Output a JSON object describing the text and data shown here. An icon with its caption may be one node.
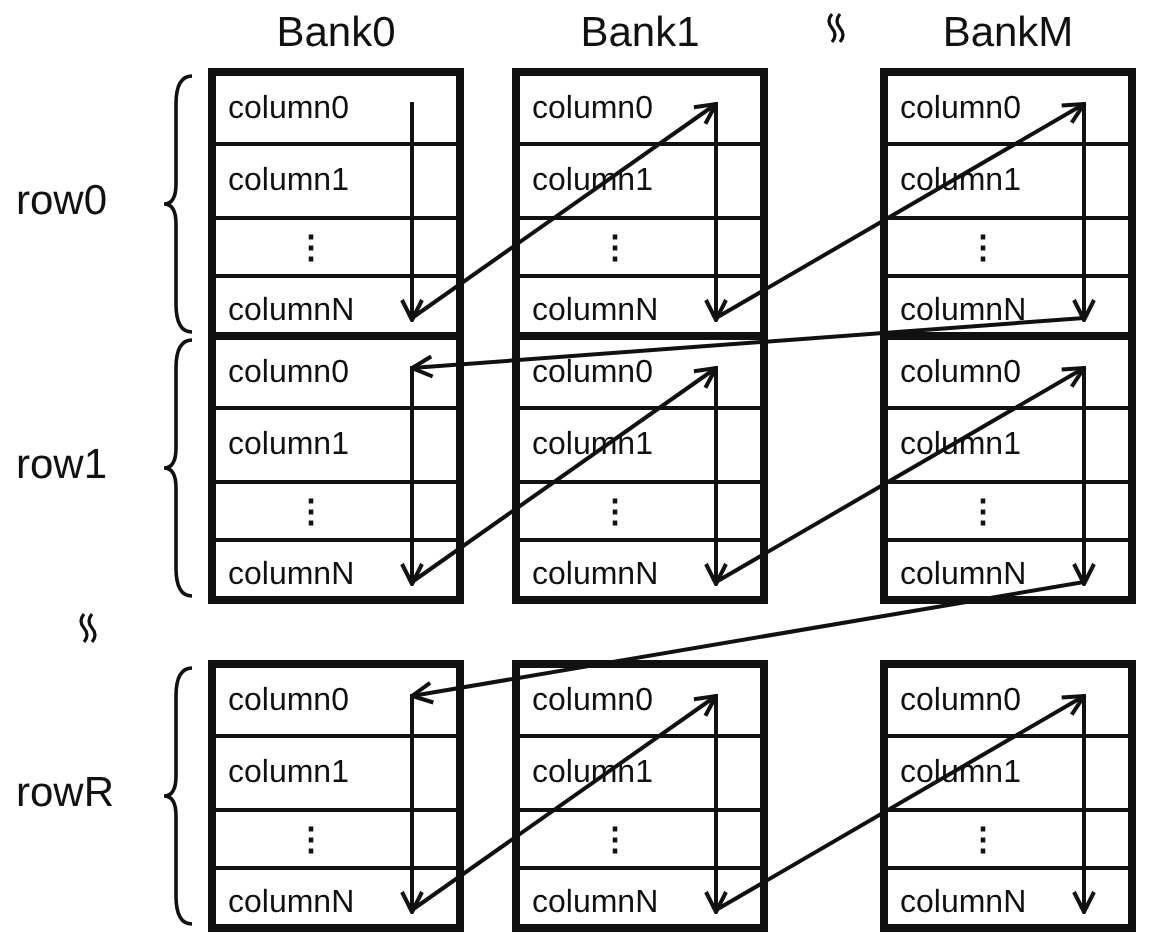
{
  "diagram": {
    "nodes": [
      {
        "text": [],
        "shape": "box"
      },
      {
        "text": [
          "column0"
        ],
        "in": 0
      },
      {
        "text": [
          "column1"
        ],
        "in": 0
      },
      {
        "text": [
          "⋮"
        ],
        "in": 0
      },
      {
        "text": [
          "columnN"
        ],
        "in": 0
      },
      {
        "text": [],
        "shape": "box"
      },
      {
        "text": [
          "column0"
        ],
        "in": 5
      },
      {
        "text": [
          "column1"
        ],
        "in": 5
      },
      {
        "text": [
          "⋮"
        ],
        "in": 5
      },
      {
        "text": [
          "columnN"
        ],
        "in": 5
      },
      {
        "text": [],
        "shape": "box"
      },
      {
        "text": [
          "column0"
        ],
        "in": 10
      },
      {
        "text": [
          "column1"
        ],
        "in": 10
      },
      {
        "text": [
          "⋮"
        ],
        "in": 10
      },
      {
        "text": [
          "columnN"
        ],
        "in": 10
      },
      {
        "text": [],
        "shape": "box"
      },
      {
        "text": [
          "column0"
        ],
        "in": 15
      },
      {
        "text": [
          "column1"
        ],
        "in": 15
      },
      {
        "text": [
          "⋮"
        ],
        "in": 15
      },
      {
        "text": [
          "columnN"
        ],
        "in": 15
      },
      {
        "text": [],
        "shape": "box"
      },
      {
        "text": [
          "column0"
        ],
        "in": 20
      },
      {
        "text": [
          "column1"
        ],
        "in": 20
      },
      {
        "text": [
          "⋮"
        ],
        "in": 20
      },
      {
        "text": [
          "columnN"
        ],
        "in": 20
      },
      {
        "text": [],
        "shape": "box"
      },
      {
        "text": [
          "column0"
        ],
        "in": 25
      },
      {
        "text": [
          "column1"
        ],
        "in": 25
      },
      {
        "text": [
          "⋮"
        ],
        "in": 25
      },
      {
        "text": [
          "columnN"
        ],
        "in": 25
      },
      {
        "text": [],
        "shape": "box"
      },
      {
        "text": [
          "column0"
        ],
        "in": 30
      },
      {
        "text": [
          "column1"
        ],
        "in": 30
      },
      {
        "text": [
          "⋮"
        ],
        "in": 30
      },
      {
        "text": [
          "columnN"
        ],
        "in": 30
      },
      {
        "text": [],
        "shape": "box"
      },
      {
        "text": [
          "column0"
        ],
        "in": 35
      },
      {
        "text": [
          "column1"
        ],
        "in": 35
      },
      {
        "text": [
          "⋮"
        ],
        "in": 35
      },
      {
        "text": [
          "columnN"
        ],
        "in": 35
      },
      {
        "text": [],
        "shape": "box"
      },
      {
        "text": [
          "column0"
        ],
        "in": 40
      },
      {
        "text": [
          "column1"
        ],
        "in": 40
      },
      {
        "text": [
          "⋮"
        ],
        "in": 40
      },
      {
        "text": [
          "columnN"
        ],
        "in": 40
      }
    ],
    "edges": [
      {
        "from": 1,
        "to": 4,
        "arrow": "to"
      },
      {
        "from": 4,
        "to": 6,
        "arrow": "to"
      },
      {
        "from": 6,
        "to": 9,
        "arrow": "to"
      },
      {
        "from": 9,
        "to": 11,
        "arrow": "to"
      },
      {
        "from": 11,
        "to": 14,
        "arrow": "to"
      },
      {
        "from": 14,
        "to": 16,
        "arrow": "to"
      },
      {
        "from": 16,
        "to": 19,
        "arrow": "to"
      },
      {
        "from": 19,
        "to": 21,
        "arrow": "to"
      },
      {
        "from": 21,
        "to": 24,
        "arrow": "to"
      },
      {
        "from": 24,
        "to": 26,
        "arrow": "to"
      },
      {
        "from": 26,
        "to": 29,
        "arrow": "to"
      },
      {
        "from": 29,
        "to": 31,
        "arrow": "to"
      },
      {
        "from": 31,
        "to": 34,
        "arrow": "to"
      },
      {
        "from": 34,
        "to": 36,
        "arrow": "to"
      },
      {
        "from": 36,
        "to": 39,
        "arrow": "to"
      },
      {
        "from": 39,
        "to": 41,
        "arrow": "to"
      },
      {
        "from": 41,
        "to": 44,
        "arrow": "to"
      }
    ],
    "labels": [
      "Bank0",
      "Bank1",
      "BankM",
      "row0",
      "row1",
      "rowR"
    ]
  }
}
